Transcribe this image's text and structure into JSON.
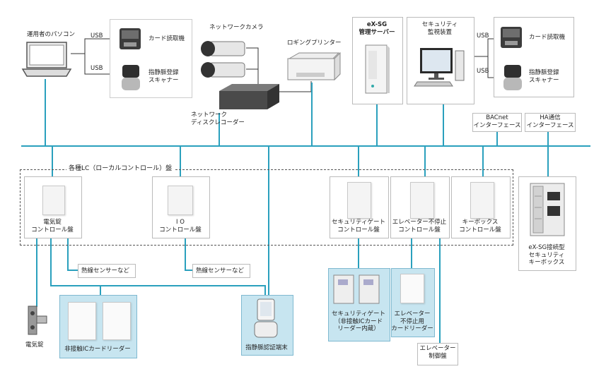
{
  "colors": {
    "bus": "#2aa0bd",
    "dashed": "#555555",
    "pale_blue": "#c7e5f0"
  },
  "top": {
    "operator_pc": "運用者のパソコン",
    "usb_1": "USB",
    "usb_2": "USB",
    "card_reader_1": "カード読取機",
    "finger_scanner_1": [
      "指静脈登録",
      "スキャナー"
    ],
    "network_camera": "ネットワークカメラ",
    "disk_recorder": [
      "ネットワーク",
      "ディスクレコーダー"
    ],
    "logging_printer": "ロギングプリンター",
    "exsg_server": [
      "eX-SG",
      "管理サーバー"
    ],
    "security_monitor": [
      "セキュリティ",
      "監視装置"
    ],
    "usb_3": "USB",
    "usb_4": "USB",
    "card_reader_2": "カード読取機",
    "finger_scanner_2": [
      "指静脈登録",
      "スキャナー"
    ],
    "bacnet": [
      "BACnet",
      "インターフェース"
    ],
    "ha": [
      "HA通信",
      "インターフェース"
    ]
  },
  "lc": {
    "group_title": "各種LC（ローカルコントロール）盤",
    "electric_lock_panel": [
      "電気錠",
      "コントロール盤"
    ],
    "io_panel": [
      "I O",
      "コントロール盤"
    ],
    "security_gate_panel": [
      "セキュリティゲート",
      "コントロール盤"
    ],
    "elevator_panel": [
      "エレベーター不停止",
      "コントロール盤"
    ],
    "keybox_panel": [
      "キーボックス",
      "コントロール盤"
    ],
    "keybox": [
      "eX-SG接続型",
      "セキュリティ",
      "キーボックス"
    ]
  },
  "bottom": {
    "thermal_1": "熱線センサーなど",
    "thermal_2": "熱線センサーなど",
    "electric_lock": "電気錠",
    "ic_reader": "非接触ICカードリーダー",
    "finger_terminal": "指静脈認証端末",
    "security_gate": [
      "セキュリティゲート",
      "（非接触ICカード",
      "リーダー内蔵）"
    ],
    "elevator_reader": [
      "エレベーター",
      "不停止用",
      "カードリーダー"
    ],
    "elevator_control": [
      "エレベーター",
      "制御盤"
    ]
  }
}
